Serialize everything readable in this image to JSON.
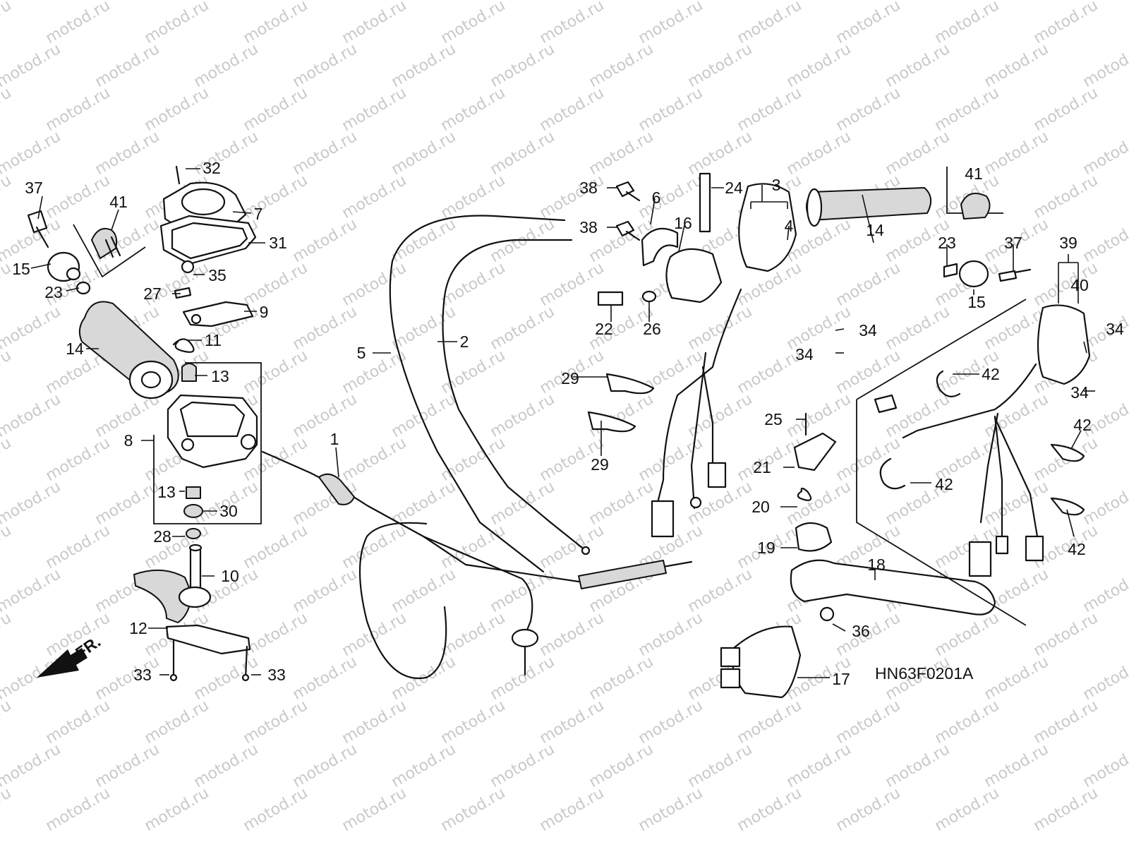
{
  "diagram": {
    "code": "HN63F0201A",
    "watermark": "motod.ru",
    "front_marker": "FR."
  },
  "callouts": {
    "c1": "1",
    "c2": "2",
    "c3": "3",
    "c4": "4",
    "c5": "5",
    "c6": "6",
    "c7": "7",
    "c8": "8",
    "c9": "9",
    "c10": "10",
    "c11": "11",
    "c12": "12",
    "c13a": "13",
    "c13b": "13",
    "c14a": "14",
    "c14b": "14",
    "c15a": "15",
    "c15b": "15",
    "c16": "16",
    "c17": "17",
    "c18": "18",
    "c19": "19",
    "c20": "20",
    "c21": "21",
    "c22": "22",
    "c23a": "23",
    "c23b": "23",
    "c24": "24",
    "c25": "25",
    "c26": "26",
    "c27": "27",
    "c28": "28",
    "c29a": "29",
    "c29b": "29",
    "c30": "30",
    "c31": "31",
    "c32": "32",
    "c33a": "33",
    "c33b": "33",
    "c34a": "34",
    "c34b": "34",
    "c34c": "34",
    "c34d": "34",
    "c35": "35",
    "c36": "36",
    "c37a": "37",
    "c37b": "37",
    "c38a": "38",
    "c38b": "38",
    "c39": "39",
    "c40": "40",
    "c41a": "41",
    "c41b": "41",
    "c42a": "42",
    "c42b": "42",
    "c42c": "42",
    "c42d": "42"
  }
}
